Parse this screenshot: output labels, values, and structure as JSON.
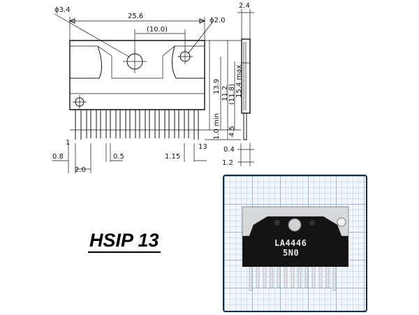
{
  "package_name": "HSIP 13",
  "dimensions": {
    "hole_left": "ϕ3.4",
    "hole_right": "ϕ2.0",
    "overall_width": "25.6",
    "hole_spacing": "(10.0)",
    "side_thickness": "2.4",
    "height_13_9": "13.9",
    "height_11_2": "11.2",
    "height_11_8": "(11.8)",
    "height_max": "15.4 max",
    "lead_length": "4.5",
    "lead_min": "1.0 min",
    "pin_first": "1",
    "pin_last": "13",
    "left_offset": "0.8",
    "first_pitch": "2.0",
    "lead_width": "0.5",
    "lead_pitch": "1.15",
    "lead_thickness": "0.4",
    "side_width": "1.2"
  },
  "photo": {
    "marking_line1": "LA4446",
    "marking_line2": "5N0"
  }
}
